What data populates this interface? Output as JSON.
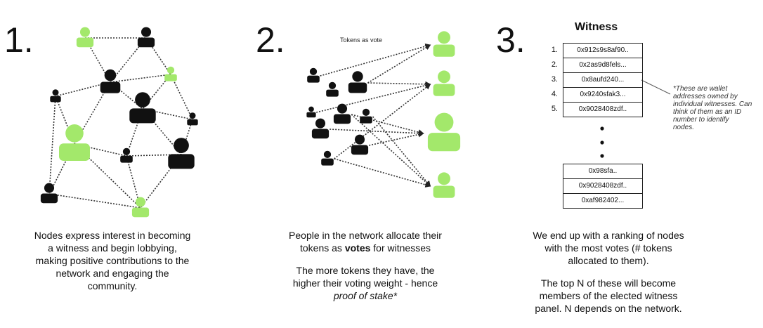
{
  "steps": [
    {
      "number": "1.",
      "caption": [
        "Nodes express interest in becoming",
        "a witness and begin lobbying,",
        "making positive contributions to the",
        "network and engaging the",
        "community."
      ]
    },
    {
      "number": "2.",
      "label": "Tokens as vote",
      "caption_a": [
        "People in the network allocate their",
        "tokens as "
      ],
      "caption_a_bold": "votes",
      "caption_a_tail": " for witnesses",
      "caption_b": [
        "The more tokens they have, the",
        "higher their voting weight - hence"
      ],
      "caption_b_italic": "proof of stake*"
    },
    {
      "number": "3.",
      "title": "Witness",
      "ranked": [
        {
          "rank": "1.",
          "address": "0x912s9s8af90.."
        },
        {
          "rank": "2.",
          "address": "0x2as9d8fels..."
        },
        {
          "rank": "3.",
          "address": "0x8aufd240..."
        },
        {
          "rank": "4.",
          "address": "0x9240sfak3..."
        },
        {
          "rank": "5.",
          "address": "0x9028408zdf.."
        }
      ],
      "lower": [
        "0x98sfa..",
        "0x9028408zdf..",
        "0xaf982402..."
      ],
      "note": [
        "*These are wallet",
        "addresses owned by",
        "individual witnesses. Can",
        "think of them as an ID",
        "number to identify",
        "nodes."
      ],
      "caption_a": [
        "We end up with a ranking of nodes",
        "with the most votes (# tokens",
        "allocated to them)."
      ],
      "caption_b": [
        "The top N of these will become",
        "members of the elected witness",
        "panel. N depends on the network."
      ]
    }
  ],
  "colors": {
    "green": "#a3e86b",
    "black": "#111111",
    "line": "#333333"
  }
}
